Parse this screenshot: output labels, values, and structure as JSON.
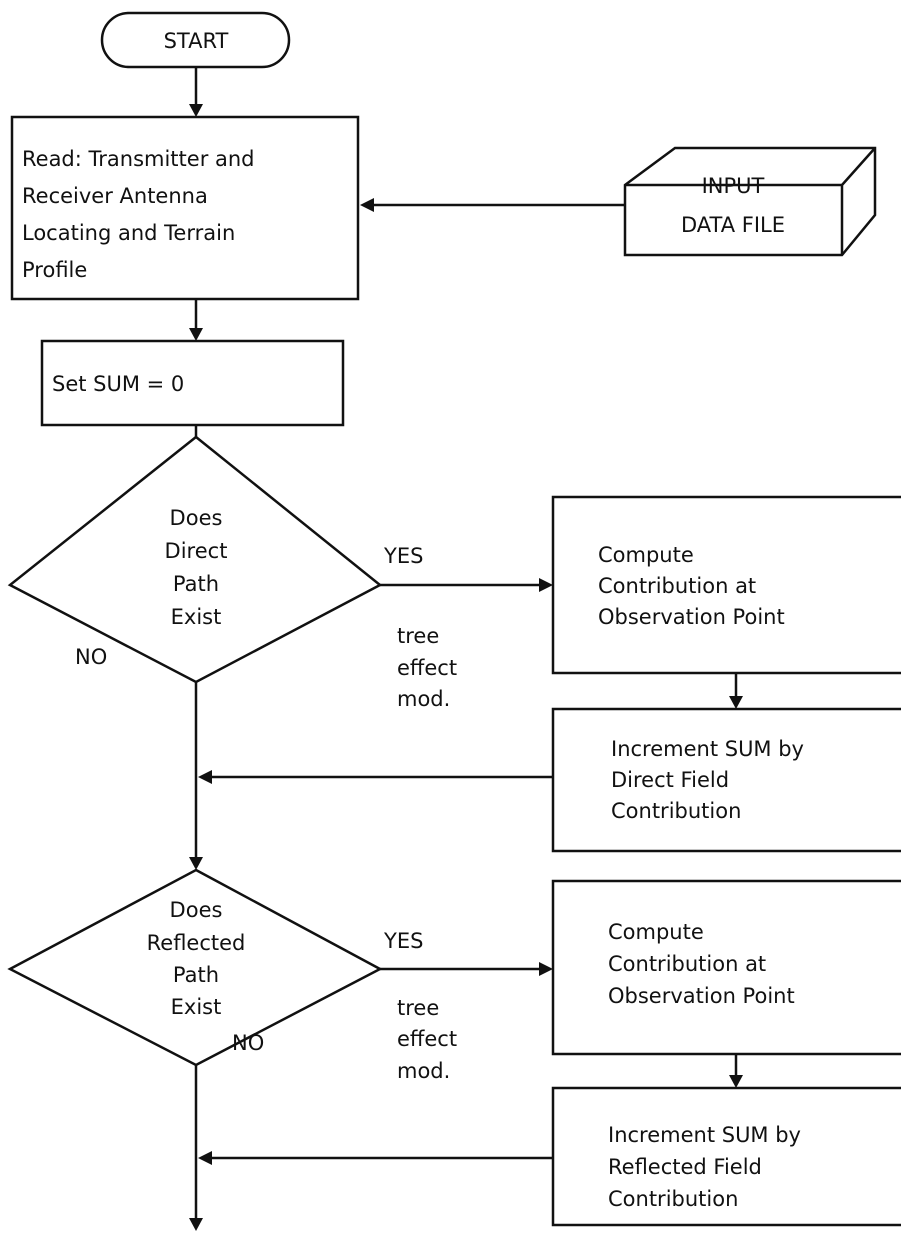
{
  "nodes": {
    "start": "START",
    "read": [
      "Read: Transmitter and",
      "Receiver Antenna",
      "Locating and Terrain",
      "Profile"
    ],
    "input_file": [
      "INPUT",
      "DATA FILE"
    ],
    "set_sum": "Set SUM = 0",
    "direct_decision": [
      "Does",
      "Direct",
      "Path",
      "Exist"
    ],
    "compute_direct": [
      "Compute",
      "Contribution at",
      "Observation Point"
    ],
    "increment_direct": [
      "Increment SUM by",
      "Direct Field",
      "Contribution"
    ],
    "reflected_decision": [
      "Does",
      "Reflected",
      "Path",
      "Exist"
    ],
    "compute_reflected": [
      "Compute",
      "Contribution at",
      "Observation Point"
    ],
    "increment_reflected": [
      "Increment SUM by",
      "Reflected Field",
      "Contribution"
    ]
  },
  "edge_labels": {
    "direct_yes": "YES",
    "direct_no": "NO",
    "direct_tree": [
      "tree",
      "effect",
      "mod."
    ],
    "reflected_yes": "YES",
    "reflected_no": "NO",
    "reflected_tree": [
      "tree",
      "effect",
      "mod."
    ]
  }
}
